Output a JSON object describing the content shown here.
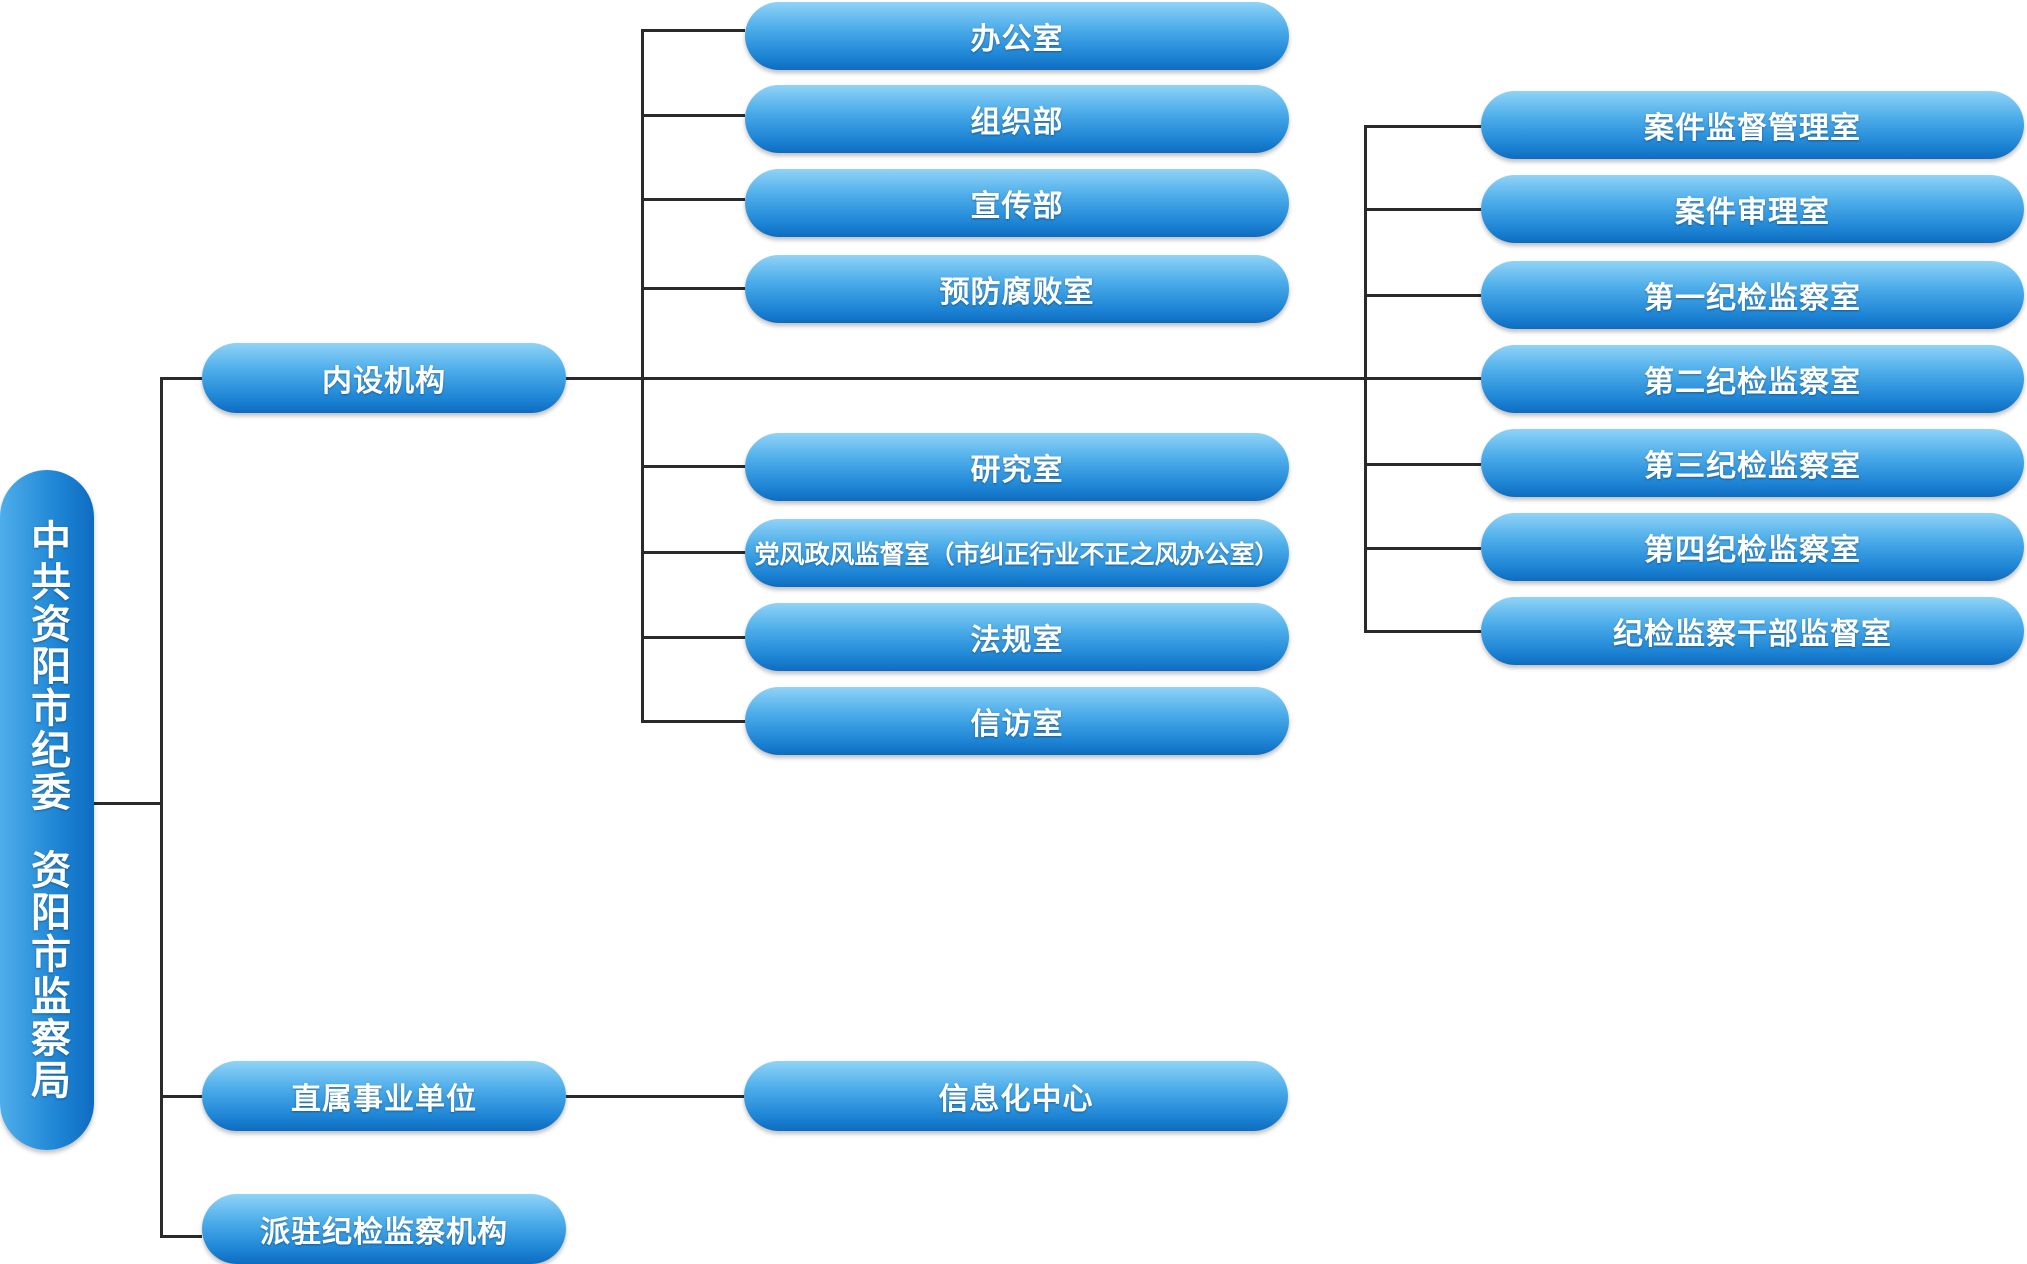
{
  "root": {
    "line1": "中共资阳市纪委",
    "line2": "资阳市监察局"
  },
  "level1": [
    "内设机构",
    "直属事业单位",
    "派驻纪检监察机构"
  ],
  "internal_left": [
    "办公室",
    "组织部",
    "宣传部",
    "预防腐败室",
    "研究室",
    "党风政风监督室（市纠正行业不正之风办公室）",
    "法规室",
    "信访室"
  ],
  "internal_right": [
    "案件监督管理室",
    "案件审理室",
    "第一纪检监察室",
    "第二纪检监察室",
    "第三纪检监察室",
    "第四纪检监察室",
    "纪检监察干部监督室"
  ],
  "direct_units": [
    "信息化中心"
  ]
}
